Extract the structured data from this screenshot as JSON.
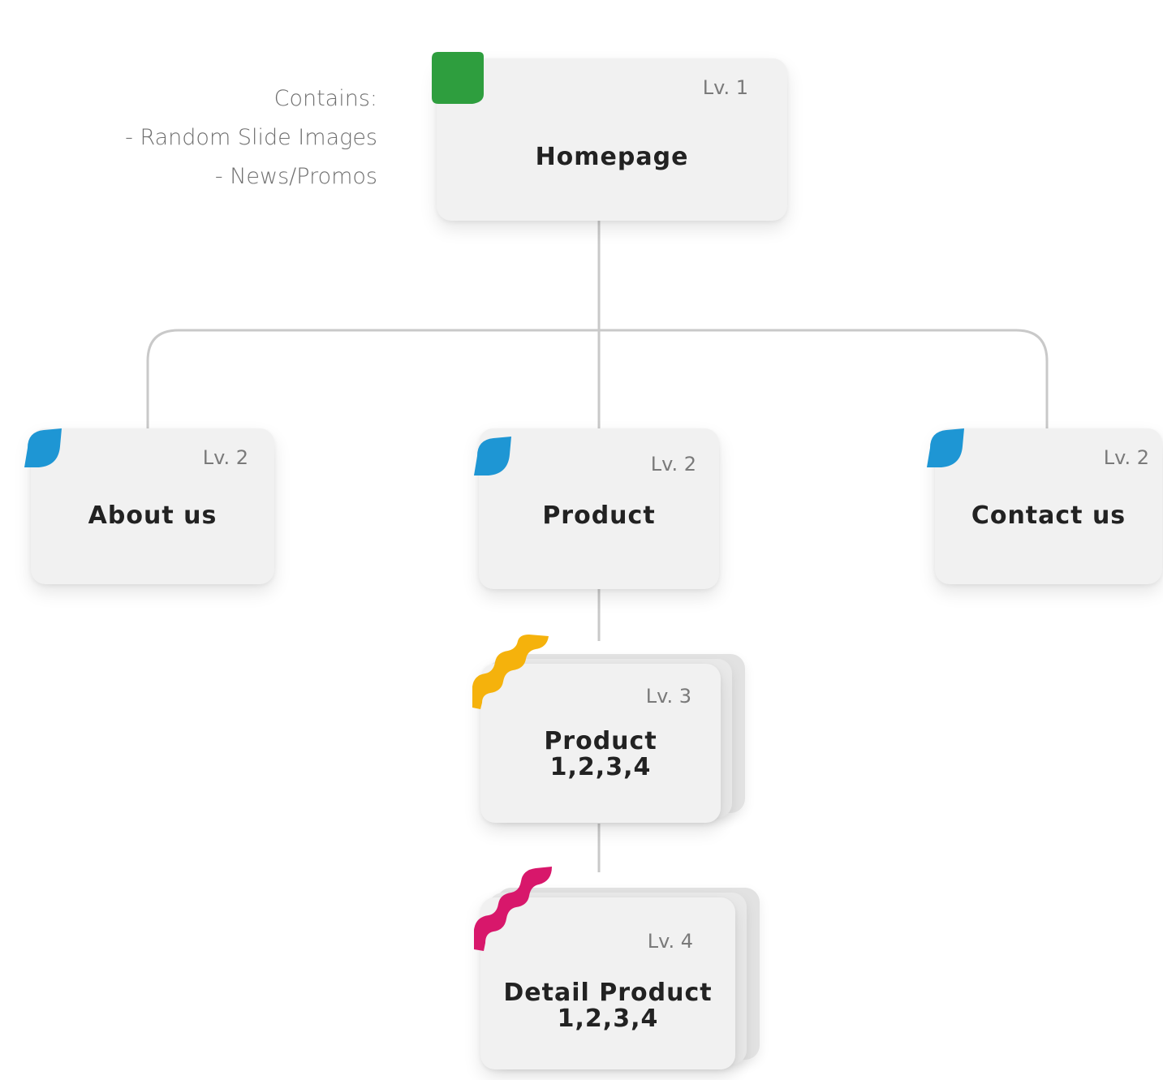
{
  "colors": {
    "level1": "#2e9e3e",
    "level2": "#1e96d4",
    "level3": "#f5b20c",
    "level4": "#d8176b",
    "connector": "#c9c9c9",
    "card": "#f1f1f1",
    "text": "#222222"
  },
  "note": {
    "heading": "Contains:",
    "items": [
      "- Random Slide Images",
      "- News/Promos"
    ]
  },
  "nodes": {
    "homepage": {
      "level": "Lv. 1",
      "title": "Homepage"
    },
    "about": {
      "level": "Lv. 2",
      "title": "About us"
    },
    "product": {
      "level": "Lv. 2",
      "title": "Product"
    },
    "contact": {
      "level": "Lv. 2",
      "title": "Contact us"
    },
    "product_list": {
      "level": "Lv. 3",
      "title": "Product\n1,2,3,4"
    },
    "detail_product": {
      "level": "Lv. 4",
      "title": "Detail Product\n1,2,3,4"
    }
  },
  "icons": {
    "level1": "green-square-icon",
    "level2": "blue-leaf-icon",
    "level3": "yellow-wave-icon",
    "level4": "magenta-wave-icon"
  }
}
